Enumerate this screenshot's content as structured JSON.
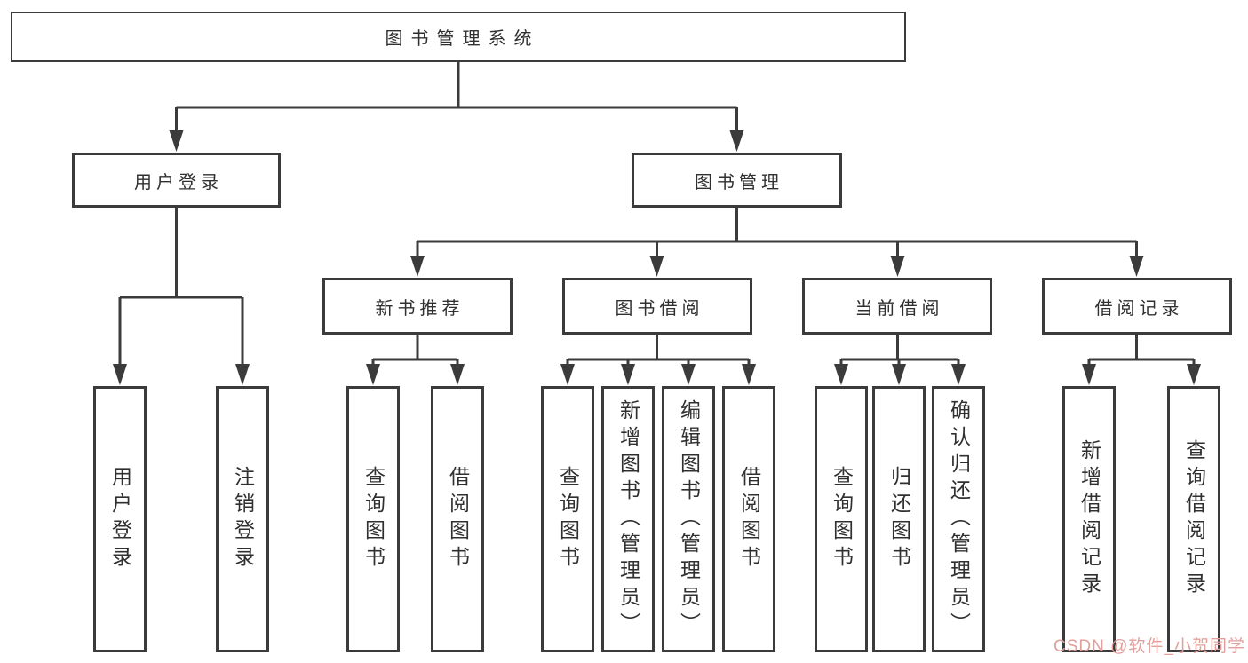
{
  "colors": {
    "line": "#3b3b3b",
    "text": "#303030",
    "background": "#ffffff",
    "watermark": "#e2a09c"
  },
  "tree": {
    "root": {
      "label": "图书管理系统"
    },
    "branches": [
      {
        "label": "用户登录",
        "children": [
          {
            "label": "用户登录"
          },
          {
            "label": "注销登录"
          }
        ]
      },
      {
        "label": "图书管理",
        "children": [
          {
            "label": "新书推荐",
            "children": [
              {
                "label": "查询图书"
              },
              {
                "label": "借阅图书"
              }
            ]
          },
          {
            "label": "图书借阅",
            "children": [
              {
                "label": "查询图书"
              },
              {
                "label": "新增图书（管理员）"
              },
              {
                "label": "编辑图书（管理员）"
              },
              {
                "label": "借阅图书"
              }
            ]
          },
          {
            "label": "当前借阅",
            "children": [
              {
                "label": "查询图书"
              },
              {
                "label": "归还图书"
              },
              {
                "label": "确认归还（管理员）"
              }
            ]
          },
          {
            "label": "借阅记录",
            "children": [
              {
                "label": "新增借阅记录"
              },
              {
                "label": "查询借阅记录"
              }
            ]
          }
        ]
      }
    ]
  },
  "watermark": {
    "text": "CSDN @软件_小贺同学"
  }
}
